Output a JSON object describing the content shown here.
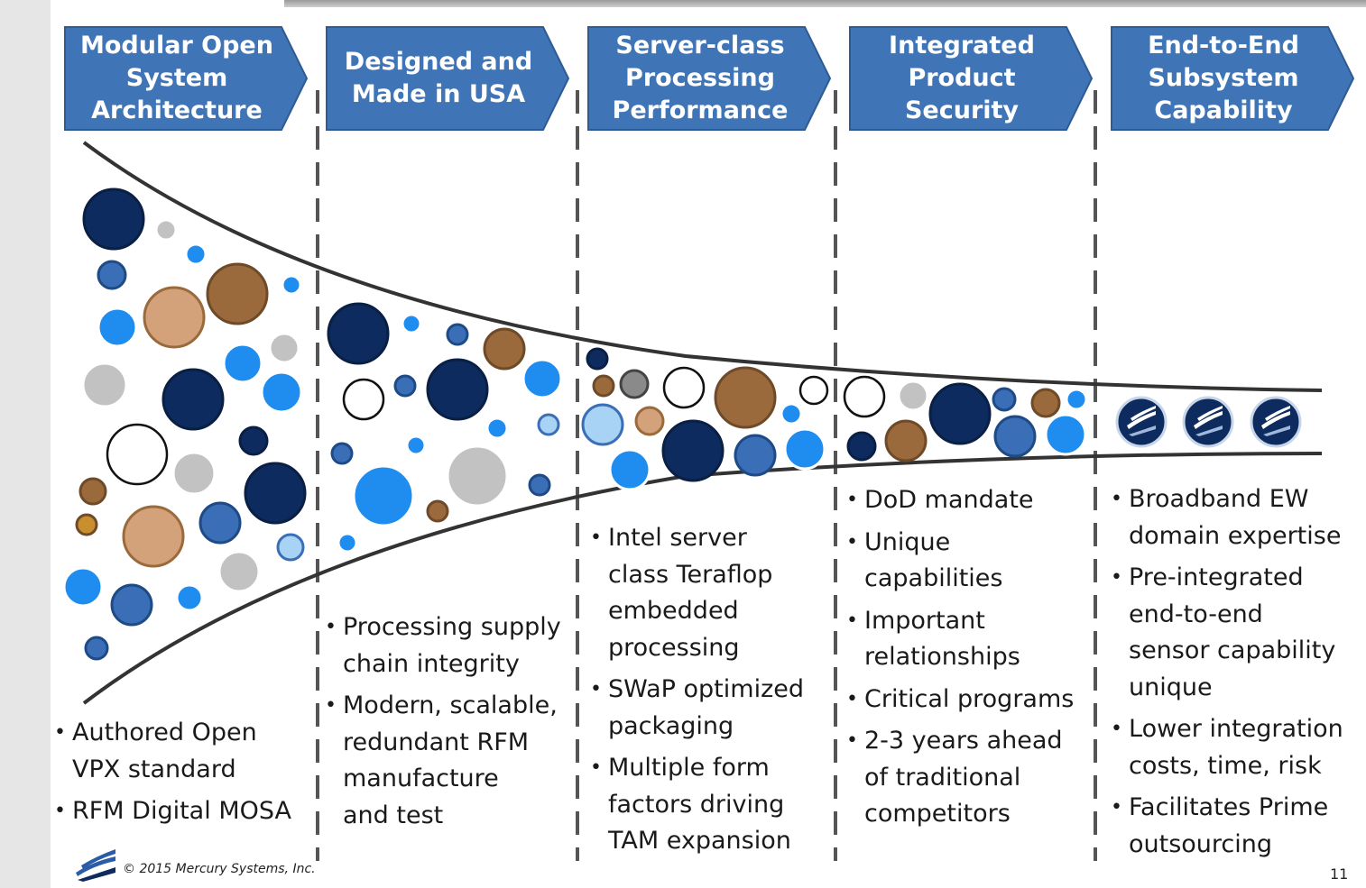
{
  "columns": [
    {
      "id": "mosa",
      "header": "Modular Open\nSystem\nArchitecture",
      "bullets": [
        "Authored Open\nVPX standard",
        "RFM Digital MOSA"
      ]
    },
    {
      "id": "usa",
      "header": "Designed and\nMade in USA",
      "bullets": [
        "Processing supply\nchain integrity",
        "Modern, scalable,\nredundant RFM\nmanufacture\nand test"
      ]
    },
    {
      "id": "server",
      "header": "Server-class\nProcessing\nPerformance",
      "bullets": [
        "Intel server\nclass Teraflop\nembedded\nprocessing",
        "SWaP optimized\npackaging",
        "Multiple form\nfactors driving\nTAM expansion"
      ]
    },
    {
      "id": "security",
      "header": "Integrated\nProduct\nSecurity",
      "bullets": [
        "DoD mandate",
        "Unique\ncapabilities",
        "Important\nrelationships",
        "Critical programs",
        "2-3 years ahead\nof traditional\ncompetitors"
      ]
    },
    {
      "id": "e2e",
      "header": "End-to-End\nSubsystem\nCapability",
      "bullets": [
        "Broadband EW\ndomain expertise",
        "Pre-integrated\nend-to-end\nsensor capability\nunique",
        "Lower integration\ncosts, time, risk",
        "Facilitates Prime\noutsourcing"
      ]
    }
  ],
  "colors": {
    "chevron_fill": "#3f75b6",
    "chevron_stroke": "#2e5b93",
    "navy": "#0d2b5e",
    "mid_blue": "#3a6fb8",
    "bright_blue": "#1f8cf0",
    "light_blue": "#a9d3f5",
    "brown": "#9a6a3c",
    "tan": "#d3a27a",
    "gray": "#c2c2c2",
    "divider": "#555555",
    "funnel": "#333333"
  },
  "footer": {
    "copyright": "© 2015 Mercury Systems, Inc.",
    "page_number": "11",
    "logo_icon": "mercury-logo-icon"
  }
}
